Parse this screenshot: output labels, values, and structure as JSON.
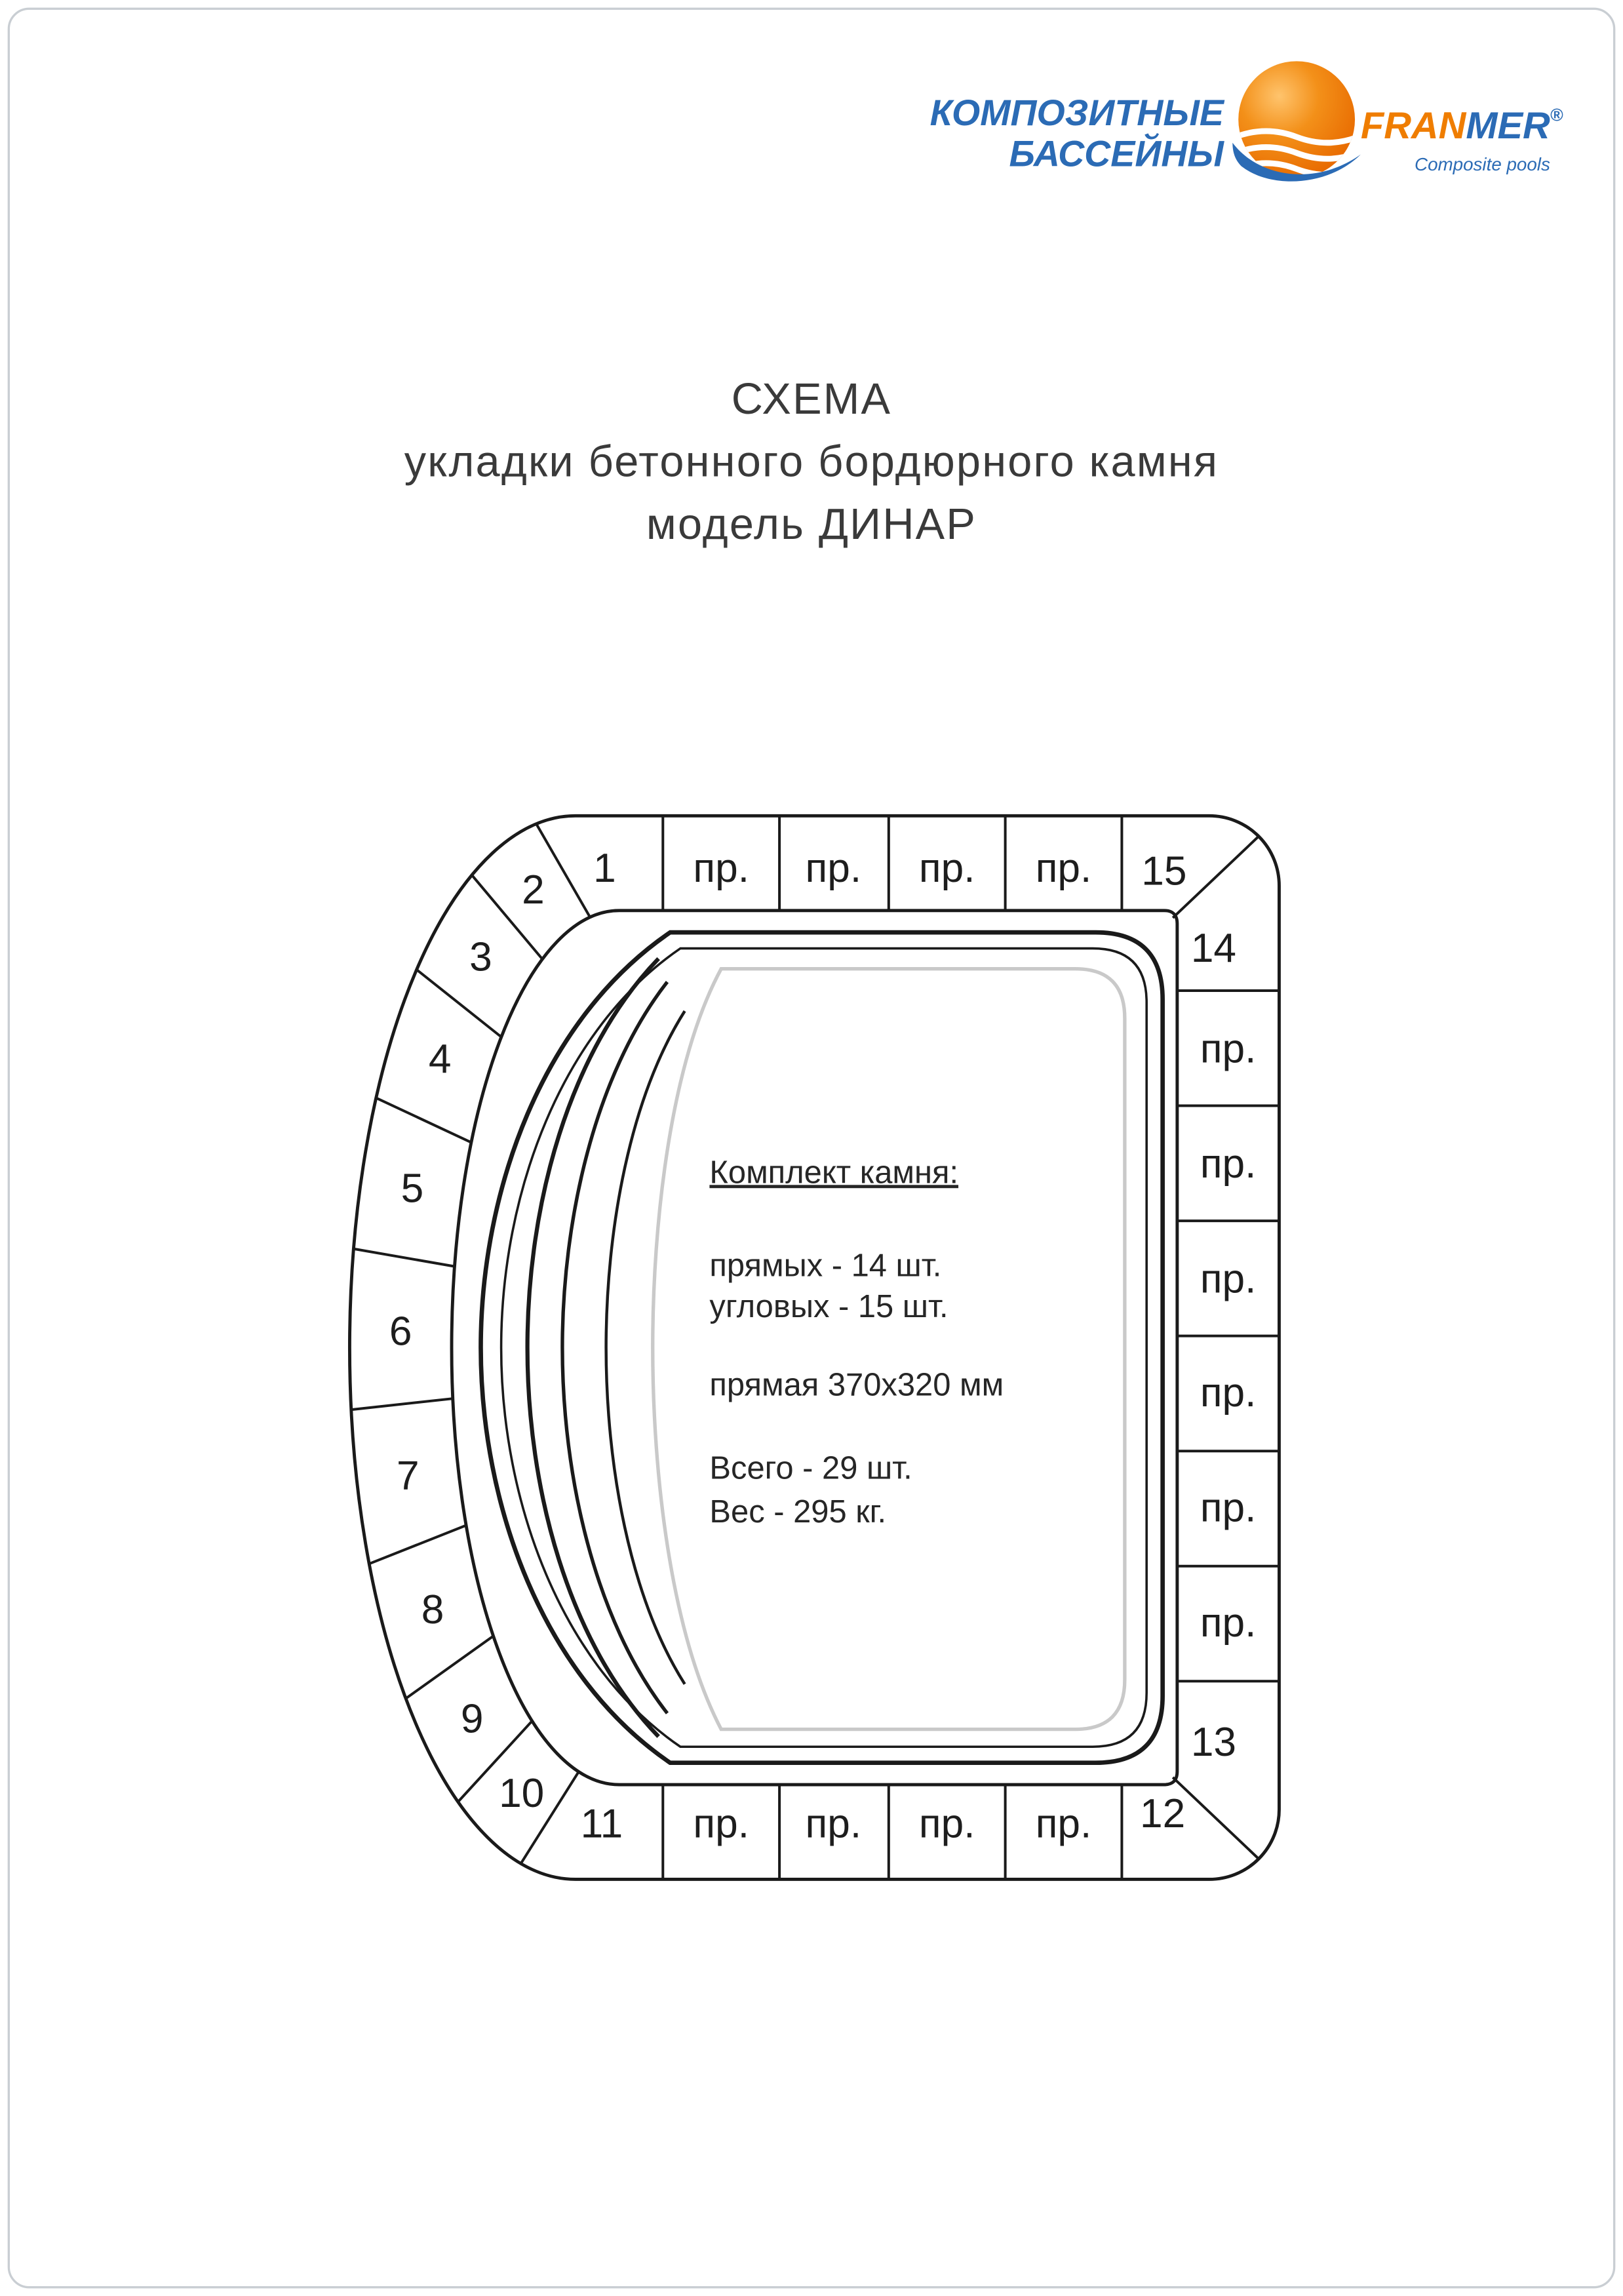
{
  "header": {
    "brand": {
      "line1": "КОМПОЗИТНЫЕ",
      "line2": "БАССЕЙНЫ"
    },
    "logo": {
      "word_part1": "FRAN",
      "word_part2": "MER",
      "registered": "®",
      "subtitle": "Composite pools"
    }
  },
  "title": {
    "line1": "СХЕМА",
    "line2": "укладки бетонного бордюрного камня",
    "line3": "модель ДИНАР"
  },
  "diagram": {
    "straight_label": "пр.",
    "corner_labels": [
      "1",
      "2",
      "3",
      "4",
      "5",
      "6",
      "7",
      "8",
      "9",
      "10",
      "11",
      "12",
      "13",
      "14",
      "15"
    ],
    "info": {
      "heading": "Комплект камня:",
      "straight_count": "прямых - 14 шт.",
      "corner_count": "угловых - 15 шт.",
      "stone_size": "прямая 370х320 мм",
      "total": "Всего - 29 шт.",
      "weight": "Вес -  295 кг."
    }
  },
  "colors": {
    "brand_blue": "#2b6bb5",
    "logo_orange": "#ef7d00",
    "line": "#1a1a1a",
    "title_text": "#3a3a3a",
    "waterline": "#c9c9c9"
  }
}
